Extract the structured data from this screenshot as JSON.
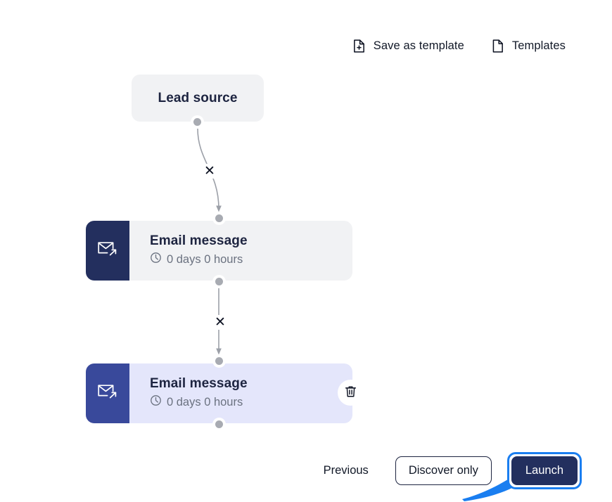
{
  "toolbar": {
    "save_as_template": {
      "label": "Save as template",
      "icon": "document-plus-icon"
    },
    "templates": {
      "label": "Templates",
      "icon": "document-icon"
    }
  },
  "flow": {
    "nodes": [
      {
        "id": "lead-source",
        "type": "lead-source",
        "title": "Lead source",
        "selected": false
      },
      {
        "id": "email-message-1",
        "type": "email-message",
        "title": "Email message",
        "delay": "0 days 0 hours",
        "icon": "email-send-icon",
        "clock_icon": "clock-icon",
        "selected": false,
        "panel_color": "#232f5e",
        "body_color": "#f1f2f4"
      },
      {
        "id": "email-message-2",
        "type": "email-message",
        "title": "Email message",
        "delay": "0 days 0 hours",
        "icon": "email-send-icon",
        "clock_icon": "clock-icon",
        "selected": true,
        "panel_color": "#39499b",
        "body_color": "#e4e6fb"
      }
    ],
    "edges": [
      {
        "from": "lead-source",
        "to": "email-message-1",
        "remove_label": "✕"
      },
      {
        "from": "email-message-1",
        "to": "email-message-2",
        "remove_label": "✕"
      }
    ],
    "delete_button": {
      "icon": "trash-icon",
      "target": "email-message-2"
    }
  },
  "footer": {
    "previous_label": "Previous",
    "discover_only_label": "Discover only",
    "launch_label": "Launch"
  },
  "annotation": {
    "arrow_color": "#1a7ef0",
    "points_to": "Launch"
  },
  "colors": {
    "accent": "#1a7ef0",
    "navy": "#232f5e",
    "indigo": "#39499b",
    "node_gray": "#f1f2f4",
    "node_selected": "#e4e6fb",
    "muted_text": "#6b7280"
  }
}
